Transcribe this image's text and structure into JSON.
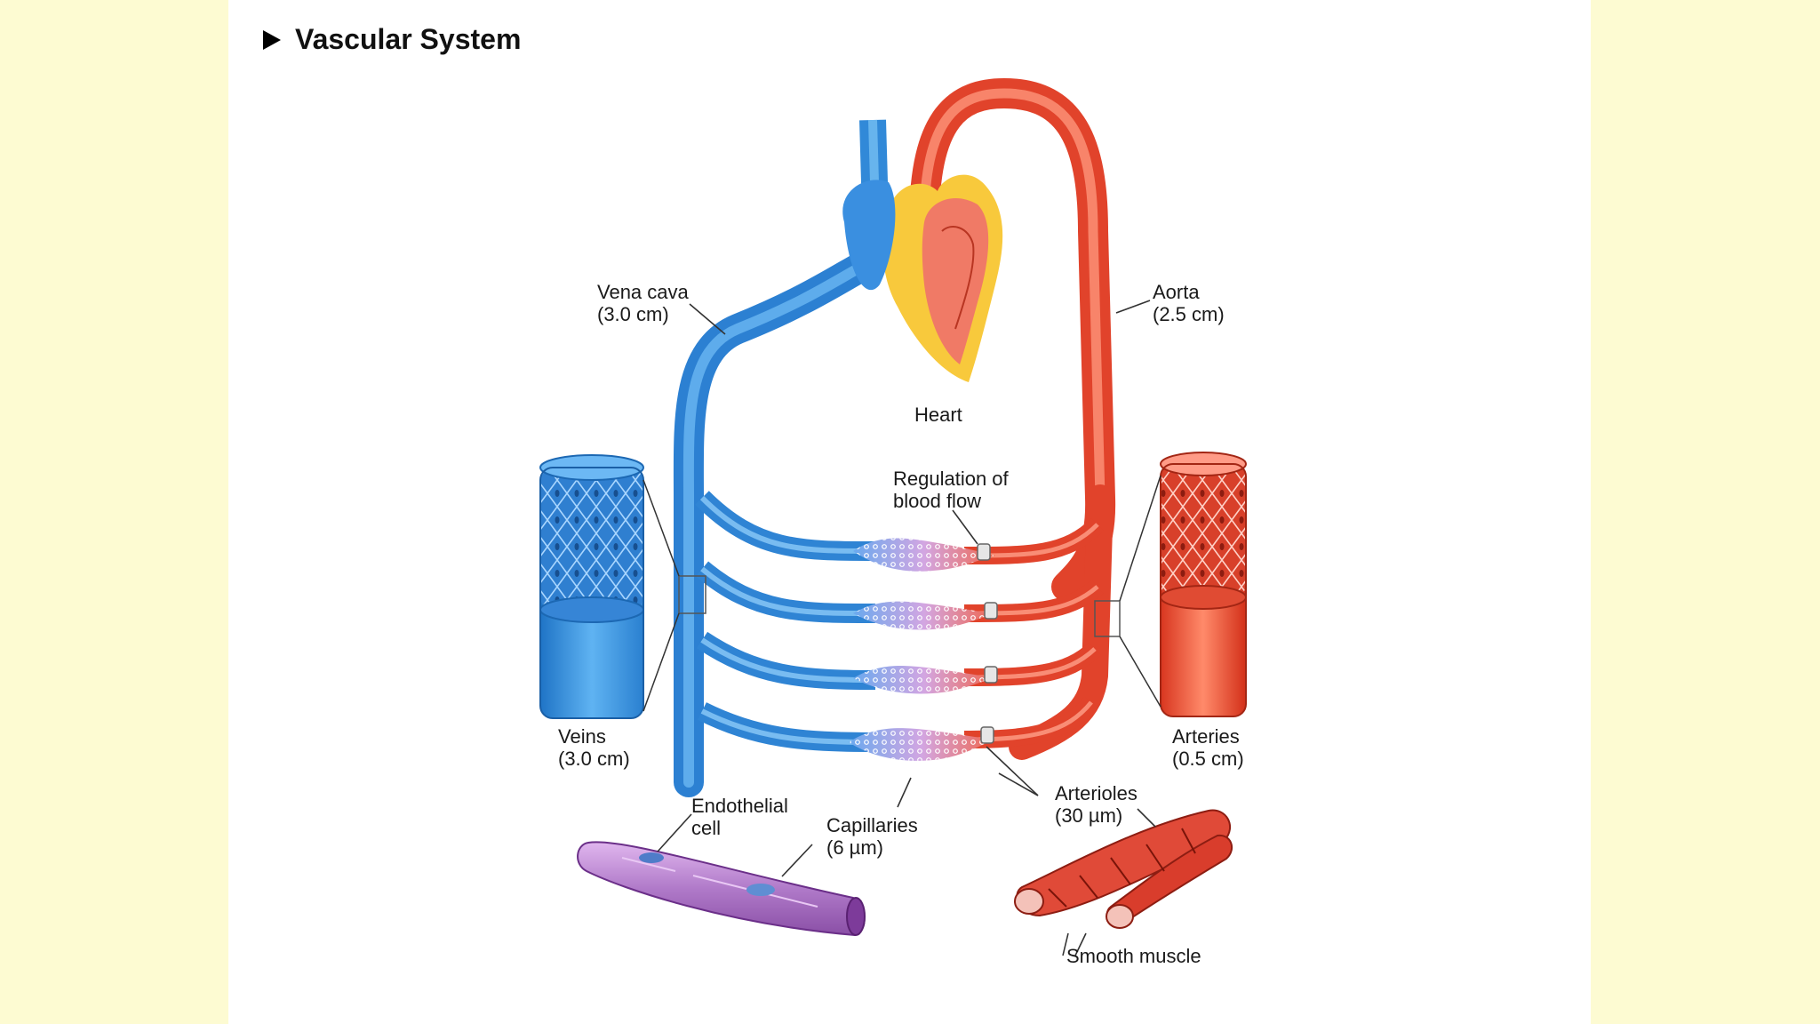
{
  "title": "Vascular System",
  "labels": {
    "vena_cava": [
      "Vena cava",
      "(3.0 cm)"
    ],
    "aorta": [
      "Aorta",
      "(2.5 cm)"
    ],
    "heart": "Heart",
    "regulation": [
      "Regulation of",
      "blood flow"
    ],
    "veins": [
      "Veins",
      "(3.0 cm)"
    ],
    "arteries": [
      "Arteries",
      "(0.5 cm)"
    ],
    "endothelial": [
      "Endothelial",
      "cell"
    ],
    "capillaries": [
      "Capillaries",
      "(6 µm)"
    ],
    "arterioles": [
      "Arterioles",
      "(30 µm)"
    ],
    "smooth_muscle": "Smooth muscle"
  },
  "colors": {
    "vein": "#3b95e3",
    "artery": "#ee4b32",
    "capillary": "#c79ad8",
    "heart_fat": "#f8c93c",
    "background": "#fdfbd2"
  }
}
